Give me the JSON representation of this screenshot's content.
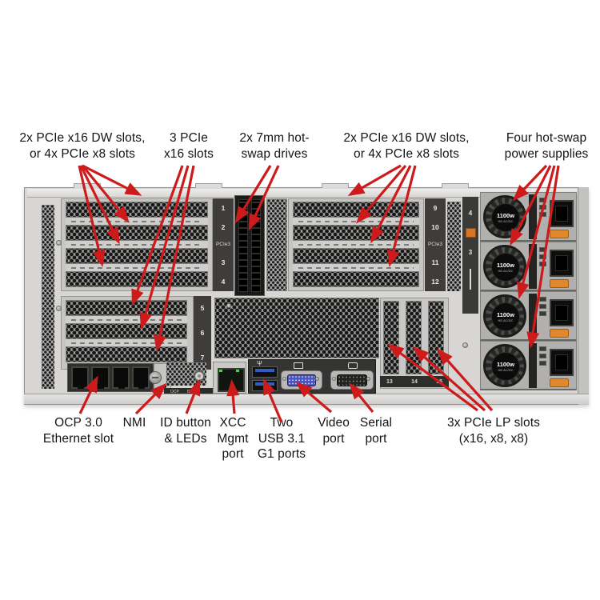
{
  "annotations": {
    "arrow_color": "#cd1a1a",
    "top": [
      {
        "text": "2x PCIe x16 DW slots,\nor 4x PCIe x8 slots"
      },
      {
        "text": "3 PCIe\nx16 slots"
      },
      {
        "text": "2x 7mm hot-\nswap drives"
      },
      {
        "text": "2x PCIe x16 DW slots,\nor 4x PCIe x8 slots"
      },
      {
        "text": "Four hot-swap\npower supplies"
      }
    ],
    "bottom": [
      {
        "text": "OCP 3.0\nEthernet slot"
      },
      {
        "text": "NMI"
      },
      {
        "text": "ID button\n& LEDs"
      },
      {
        "text": "XCC\nMgmt\nport"
      },
      {
        "text": "Two\nUSB 3.1\nG1 ports"
      },
      {
        "text": "Video\nport"
      },
      {
        "text": "Serial\nport"
      },
      {
        "text": "3x PCIe LP slots\n(x16, x8, x8)"
      }
    ]
  },
  "chassis": {
    "pcie_strip_left": [
      "1",
      "2",
      "PCIe3",
      "3",
      "4"
    ],
    "pcie_strip_right": [
      "9",
      "10",
      "PCIe3",
      "11",
      "12"
    ],
    "pcie_strip_lower": [
      "5",
      "6",
      "7"
    ],
    "lp_strip": [
      "13",
      "14",
      "15"
    ],
    "psu_guide": [
      "4",
      "3"
    ],
    "psu_wattage": "1100w",
    "psu_subtext": "HD AC/DC",
    "ocp_strip": "OCP",
    "id_strip": "ID",
    "icons": {
      "usb": "Ψ"
    }
  }
}
